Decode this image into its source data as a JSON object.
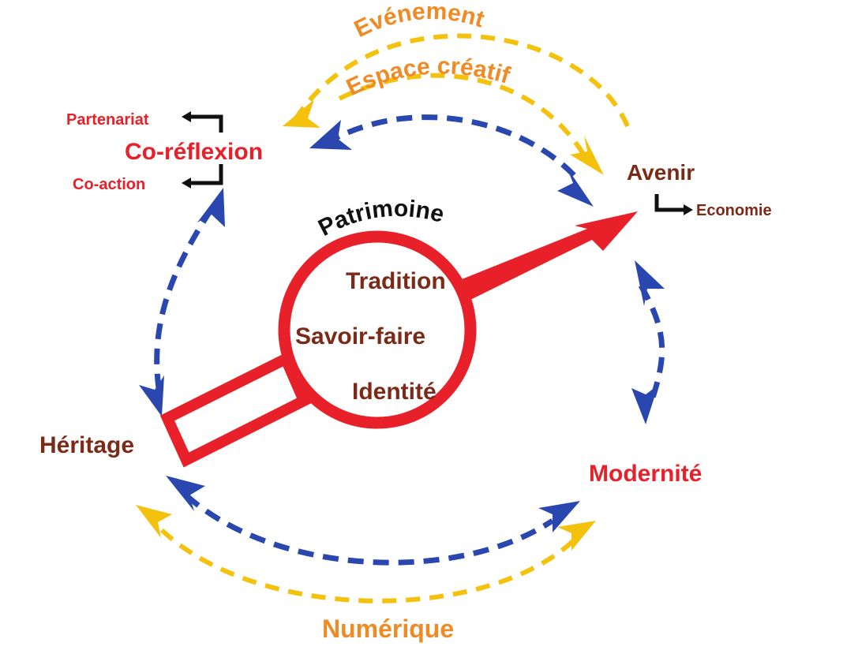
{
  "colors": {
    "red": "#e8202a",
    "brown": "#7b2a17",
    "blue": "#2a47b0",
    "yellow": "#f4c20d",
    "orange": "#f08a24",
    "black": "#111111"
  },
  "labels": {
    "evenement": "Evénement",
    "espace_creatif": "Espace créatif",
    "numerique": "Numérique",
    "patrimoine": "Patrimoine",
    "tradition": "Tradition",
    "savoir_faire": "Savoir-faire",
    "identite": "Identité",
    "coreflexion": "Co-réflexion",
    "partenariat": "Partenariat",
    "coaction": "Co-action",
    "avenir": "Avenir",
    "economie": "Economie",
    "heritage": "Héritage",
    "modernite": "Modernité"
  }
}
